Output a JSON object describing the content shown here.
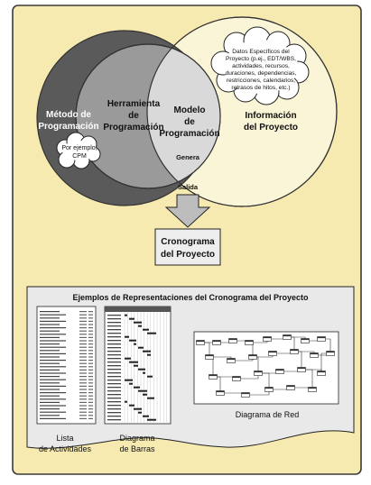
{
  "colors": {
    "panel_bg": "#f6eab1",
    "panel_border": "#3a3a3a",
    "method_circle": "#5a5a5a",
    "tool_circle": "#9a9a9a",
    "model_lens": "#d9d9d9",
    "info_circle": "#fbf5d7",
    "box_bg": "#eeeeee",
    "examples_bg": "#e9e9e9"
  },
  "venn": {
    "method": {
      "line1": "Método de",
      "line2": "Programación"
    },
    "tool": {
      "line1": "Herramienta",
      "line2": "de",
      "line3": "Programación"
    },
    "model": {
      "line1": "Modelo",
      "line2": "de",
      "line3": "Programación"
    },
    "info": {
      "line1": "Información",
      "line2": "del Proyecto"
    },
    "cpm_cloud": {
      "line1": "Por ejemplo,",
      "line2": "CPM"
    },
    "data_cloud": {
      "lines": [
        "Datos Específicos del",
        "Proyecto (p.ej., EDT/WBS,",
        "actividades, recursos,",
        "duraciones, dependencias,",
        "restricciones, calendarios,",
        "retrasos de hitos, etc.)"
      ]
    },
    "generates_label": "Genera",
    "output_label": "Salida"
  },
  "schedule_box": {
    "line1": "Cronograma",
    "line2": "del Proyecto"
  },
  "examples": {
    "title": "Ejemplos de Representaciones del Cronograma del Proyecto",
    "activity_list": {
      "line1": "Lista",
      "line2": "de Actividades"
    },
    "bar_chart": {
      "line1": "Diagrama",
      "line2": "de Barras"
    },
    "network": {
      "label": "Diagrama de Red"
    }
  }
}
